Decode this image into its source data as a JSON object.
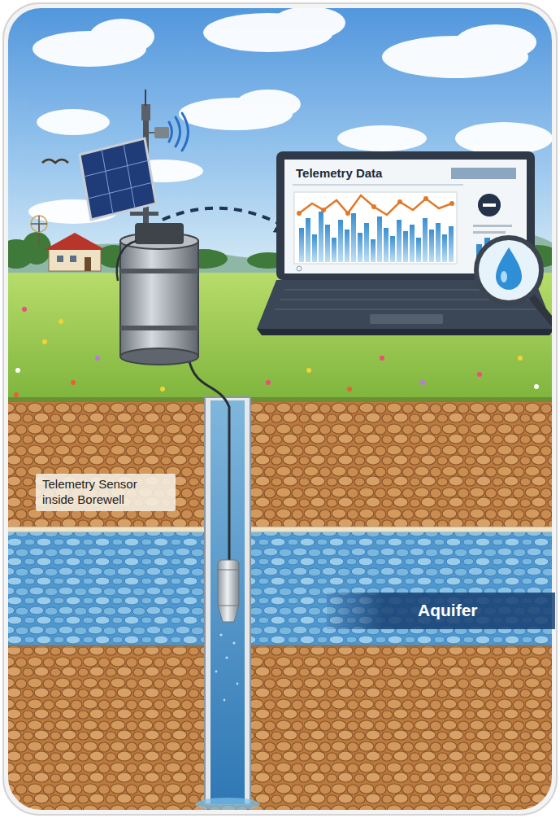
{
  "diagram": {
    "nodes": [
      {
        "text": [
          "Telemetry Data"
        ]
      },
      {
        "text": [
          "Telemetry Sensor inside Borewell"
        ]
      },
      {
        "text": [
          "Aquifer"
        ]
      }
    ]
  }
}
